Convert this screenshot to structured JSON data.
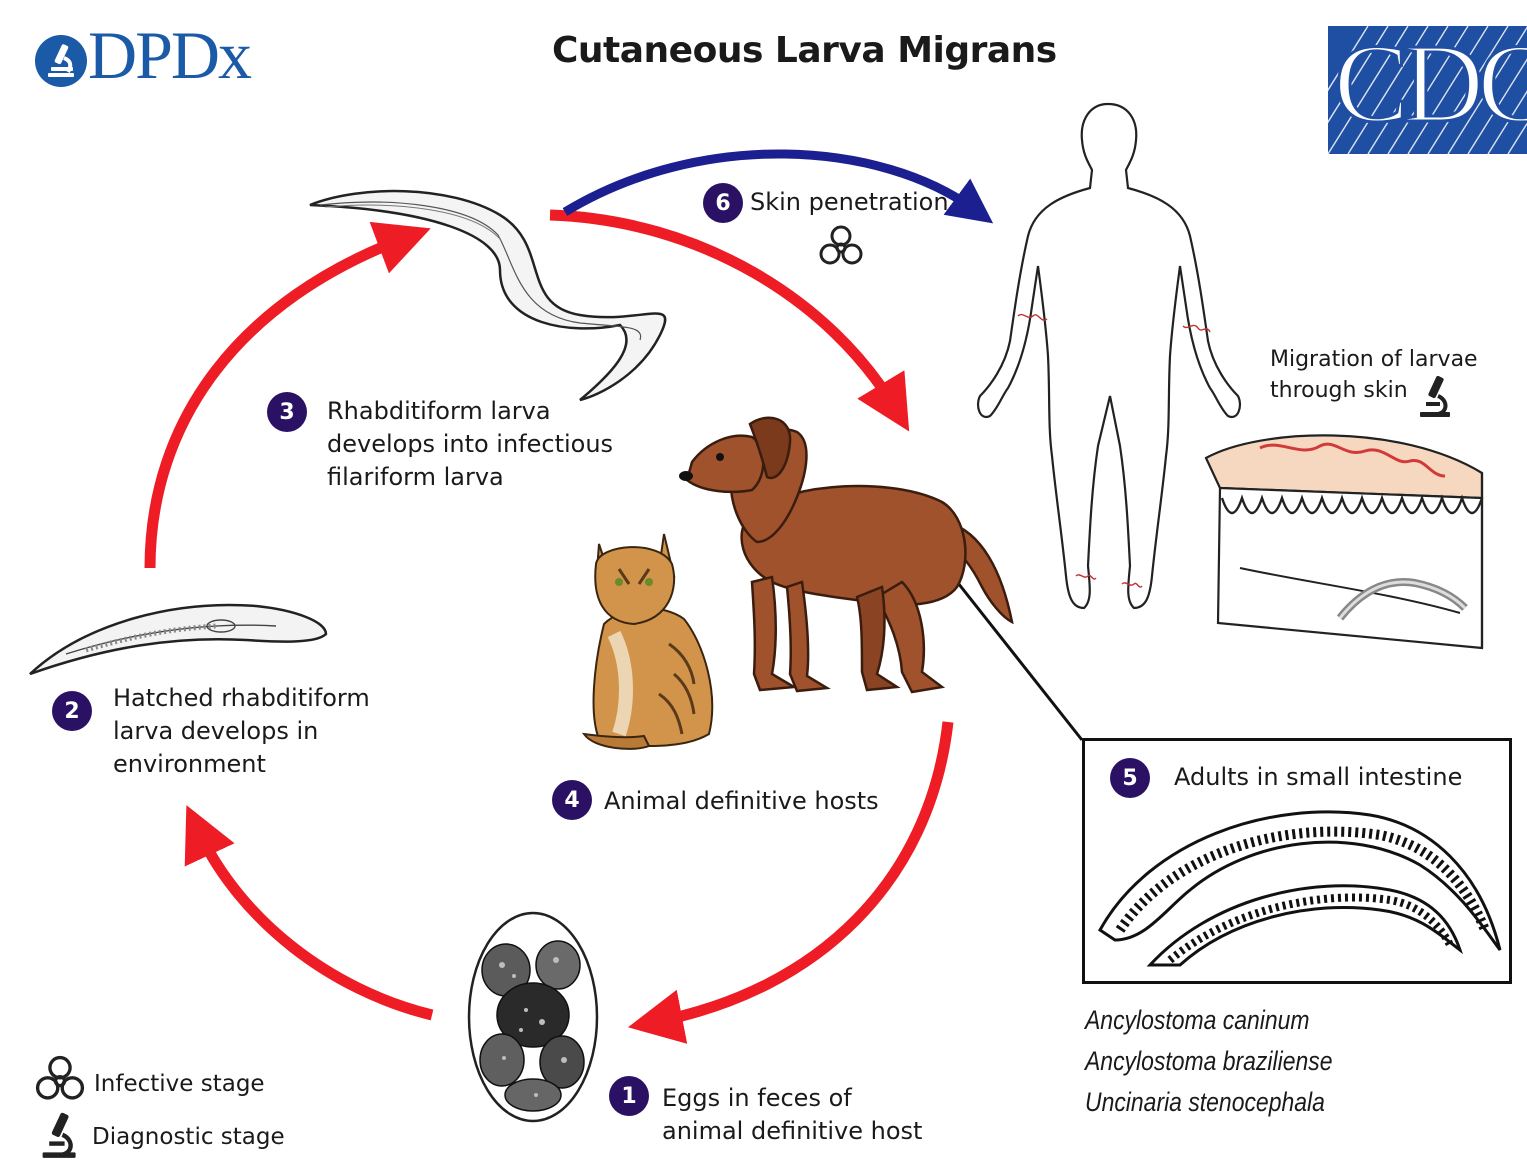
{
  "header": {
    "title": "Cutaneous Larva Migrans",
    "logo_left_text": "DPDx",
    "logo_right_text": "CDC"
  },
  "stages": [
    {
      "number": "1",
      "lines": [
        "Eggs in feces of",
        "animal definitive host"
      ]
    },
    {
      "number": "2",
      "lines": [
        "Hatched rhabditiform",
        "larva develops in",
        "environment"
      ]
    },
    {
      "number": "3",
      "lines": [
        "Rhabditiform larva",
        "develops into infectious",
        "filariform larva"
      ]
    },
    {
      "number": "4",
      "lines": [
        "Animal definitive hosts"
      ]
    },
    {
      "number": "5",
      "lines": [
        "Adults in small intestine"
      ]
    },
    {
      "number": "6",
      "lines": [
        "Skin penetration"
      ]
    }
  ],
  "migration_label": [
    "Migration of larvae",
    "through skin"
  ],
  "species": [
    "Ancylostoma caninum",
    "Ancylostoma braziliense",
    "Uncinaria stenocephala"
  ],
  "legend": {
    "infective": "Infective stage",
    "diagnostic": "Diagnostic stage"
  },
  "colors": {
    "arrow_red": "#ee1c25",
    "arrow_blue": "#1c1f8f",
    "badge": "#2a1163",
    "dpdx_blue": "#1b5aa6",
    "cdc_blue": "#1f4fa3",
    "dog_brown": "#a0522d",
    "cat_tan": "#d2944a",
    "skin_peach": "#f6d8c0",
    "larva_trail": "#d23a3a"
  },
  "icons": {
    "infective": "biohazard-icon",
    "diagnostic": "microscope-icon"
  }
}
